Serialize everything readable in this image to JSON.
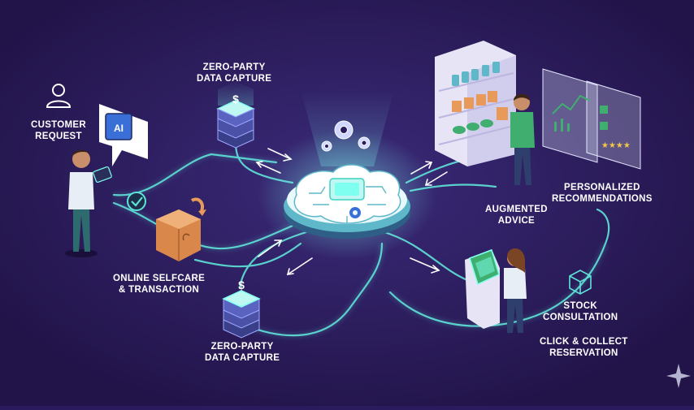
{
  "labels": {
    "customer_request": [
      "CUSTOMER",
      "REQUEST"
    ],
    "zero_party_top": [
      "ZERO-PARTY",
      "DATA CAPTURE"
    ],
    "online_selfcare": [
      "ONLINE SELFCARE",
      "& TRANSACTION"
    ],
    "zero_party_bottom": [
      "ZERO-PARTY",
      "DATA CAPTURE"
    ],
    "augmented_advice": [
      "AUGMENTED",
      "ADVICE"
    ],
    "personalized_recommendations": [
      "PERSONALIZED",
      "RECOMMENDATIONS"
    ],
    "stock_consultation": [
      "STOCK",
      "CONSULTATION"
    ],
    "click_collect": [
      "CLICK & COLLECT",
      "RESERVATION"
    ]
  },
  "icons": {
    "chat_bubble_text": "AI",
    "dollar_symbol": "$"
  },
  "colors": {
    "background": "#2a1a5e",
    "flow_line": "#5fe3d8",
    "glow": "#7ffff0",
    "arrow": "#ffffff",
    "box": "#e89a5a",
    "shirt_green": "#3fae6f",
    "shirt_white": "#e8eef5"
  }
}
